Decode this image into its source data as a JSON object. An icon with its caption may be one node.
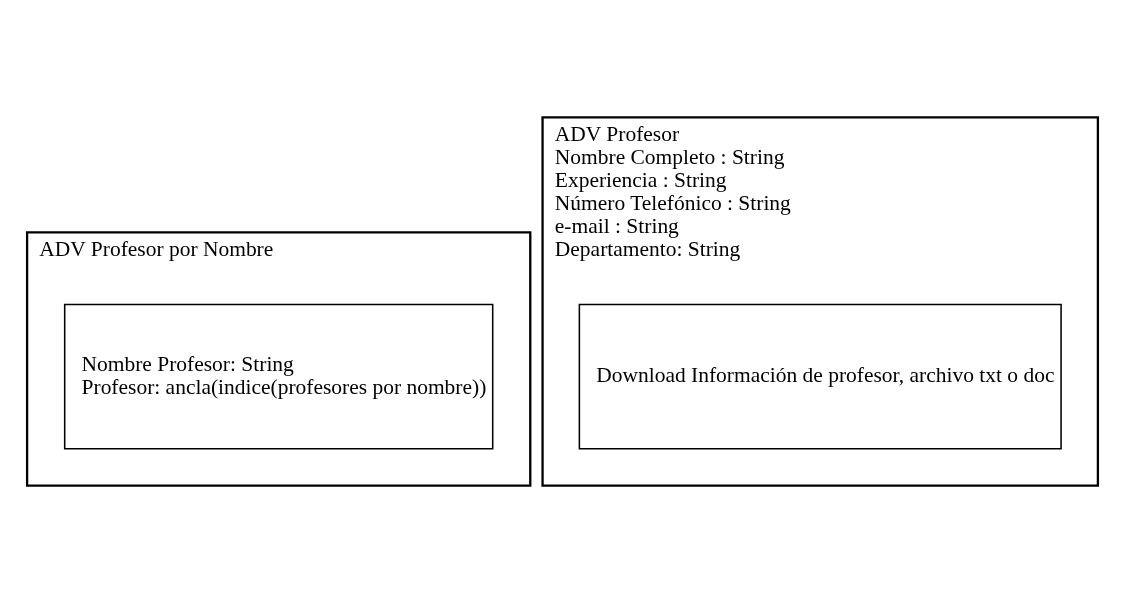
{
  "diagram": {
    "nodes": [
      {
        "text": [
          "ADV Profesor por Nombre"
        ]
      },
      {
        "text": [
          "Nombre Profesor: String",
          "Profesor: ancla(indice(profesores por nombre))"
        ],
        "in": 0
      },
      {
        "text": [
          "ADV Profesor",
          "Nombre Completo : String",
          "Experiencia : String",
          "Número Telefónico : String",
          "e-mail : String",
          "Departamento: String"
        ]
      },
      {
        "text": [
          "Download Información de profesor, archivo txt o doc"
        ],
        "in": 2
      }
    ]
  }
}
